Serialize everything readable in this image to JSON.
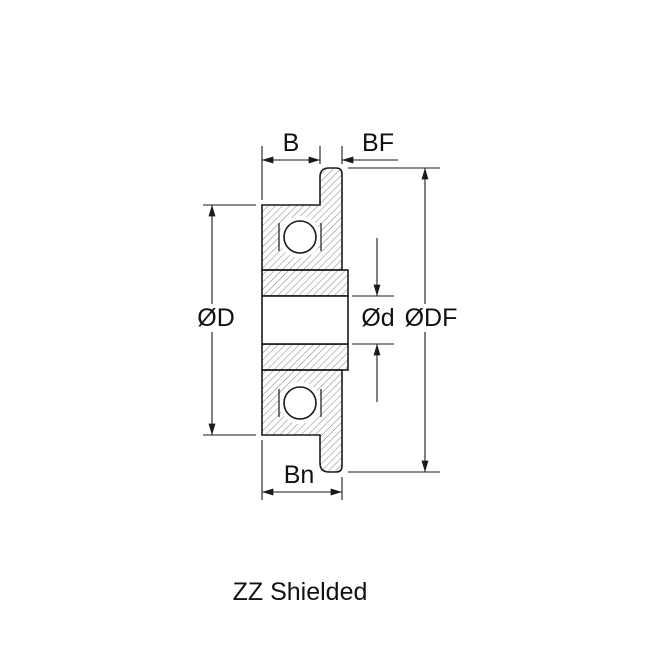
{
  "diagram": {
    "dimension_labels": {
      "width": "B",
      "flange_width": "BF",
      "outer_diameter": "ØD",
      "bore_diameter": "Ød",
      "flange_diameter": "ØDF",
      "inner_width": "Bn"
    },
    "caption": "ZZ Shielded",
    "colors": {
      "line": "#1a1a1a",
      "hatch": "#8a8a8a",
      "background": "#ffffff"
    }
  }
}
